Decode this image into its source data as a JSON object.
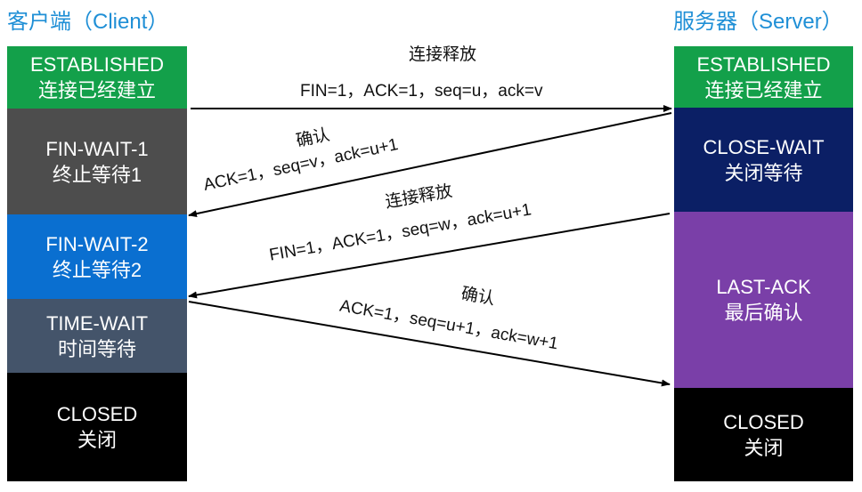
{
  "client": {
    "title": "客户端（Client）",
    "states": [
      {
        "en": "ESTABLISHED",
        "zh": "连接已经建立",
        "color": "#13a04a"
      },
      {
        "en": "FIN-WAIT-1",
        "zh": "终止等待1",
        "color": "#4d4d4d"
      },
      {
        "en": "FIN-WAIT-2",
        "zh": "终止等待2",
        "color": "#0a6fd0"
      },
      {
        "en": "TIME-WAIT",
        "zh": "时间等待",
        "color": "#44546a"
      },
      {
        "en": "CLOSED",
        "zh": "关闭",
        "color": "#000000"
      }
    ]
  },
  "server": {
    "title": "服务器（Server）",
    "states": [
      {
        "en": "ESTABLISHED",
        "zh": "连接已经建立",
        "color": "#13a04a"
      },
      {
        "en": "CLOSE-WAIT",
        "zh": "关闭等待",
        "color": "#0b1f65"
      },
      {
        "en": "LAST-ACK",
        "zh": "最后确认",
        "color": "#7a3fa8"
      },
      {
        "en": "CLOSED",
        "zh": "关闭",
        "color": "#000000"
      }
    ]
  },
  "messages": [
    {
      "name": "连接释放",
      "params": "FIN=1，ACK=1，seq=u，ack=v",
      "direction": "client-to-server"
    },
    {
      "name": "确认",
      "params": "ACK=1，seq=v，ack=u+1",
      "direction": "server-to-client"
    },
    {
      "name": "连接释放",
      "params": "FIN=1，ACK=1，seq=w，ack=u+1",
      "direction": "server-to-client"
    },
    {
      "name": "确认",
      "params": "ACK=1，seq=u+1，ack=w+1",
      "direction": "client-to-server"
    }
  ]
}
